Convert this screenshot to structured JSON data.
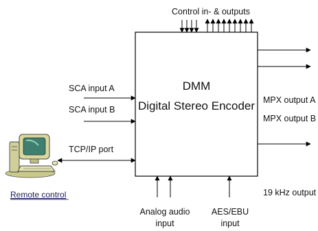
{
  "encoder": {
    "title_line1": "DMM",
    "title_line2": "Digital Stereo Encoder"
  },
  "labels": {
    "control": "Control in- & outputs",
    "sca_a": "SCA input A",
    "sca_b": "SCA input B",
    "tcpip": "TCP/IP port",
    "mpx_a": "MPX output A",
    "mpx_b": "MPX output B",
    "khz": "19 kHz output",
    "analog_1": "Analog audio",
    "analog_2": "input",
    "aes_1": "AES/EBU",
    "aes_2": "input",
    "remote": "Remote control"
  },
  "icons": {
    "remote_computer": "computer-icon"
  },
  "colors": {
    "line": "#000000",
    "link": "#1a1a66"
  }
}
